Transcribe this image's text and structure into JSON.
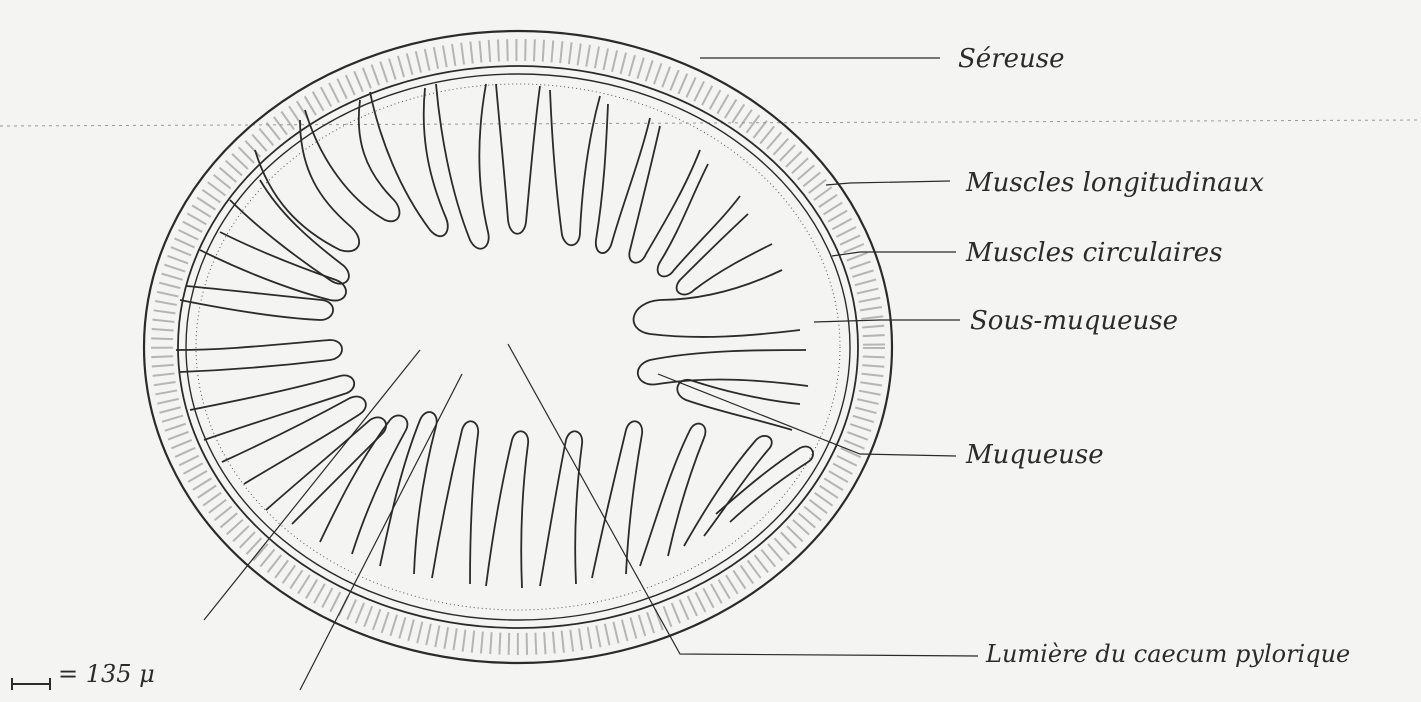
{
  "labels": {
    "sereuse": "Séreuse",
    "muscles_longitudinaux": "Muscles longitudinaux",
    "muscles_circulaires": "Muscles circulaires",
    "sous_muqueuse": "Sous-muqueuse",
    "muqueuse": "Muqueuse",
    "lumiere": "Lumière du caecum pylorique"
  },
  "scale_bar": {
    "text": "= 135 μ"
  },
  "style": {
    "ink": "#2b2b2b",
    "paper": "#f4f4f2"
  }
}
